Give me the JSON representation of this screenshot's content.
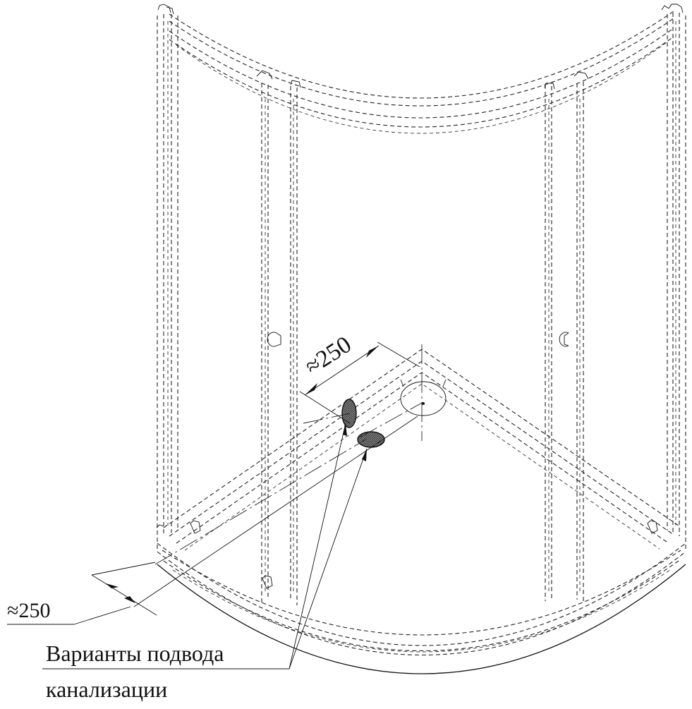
{
  "dimensions": {
    "top": "≈250",
    "left": "≈250"
  },
  "callout": {
    "line1": "Варианты подвода",
    "line2": "канализации"
  },
  "colors": {
    "ink": "#111111",
    "outlet_fill": "#333333"
  }
}
